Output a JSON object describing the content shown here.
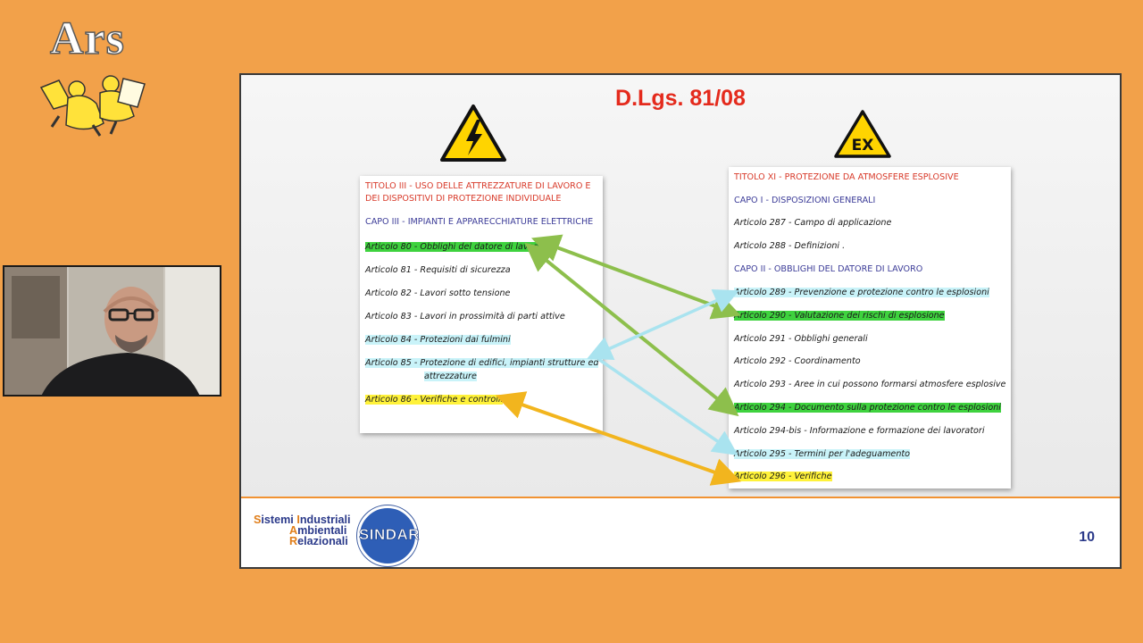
{
  "brand": {
    "ars_text": "Ars"
  },
  "slide": {
    "title": "D.Lgs. 81/08",
    "ex_label": "EX",
    "page_number": "10",
    "footer": {
      "words": [
        {
          "cap": "S",
          "rest": "istemi "
        },
        {
          "cap": "I",
          "rest": "ndustriali"
        },
        {
          "cap": "A",
          "rest": "mbientali"
        },
        {
          "cap": "R",
          "rest": "elazionali"
        }
      ],
      "sindar": "SINDAR"
    },
    "left_box": {
      "title_line1": "TITOLO III - USO DELLE ATTREZZATURE DI LAVORO E",
      "title_line2": "DEI DISPOSITIVI DI PROTEZIONE INDIVIDUALE",
      "capo": "CAPO III - IMPIANTI E APPARECCHIATURE ELETTRICHE",
      "items": [
        {
          "num": "Articolo 80",
          "text": " - Obblighi del datore di lavoro",
          "hl": "green"
        },
        {
          "num": "Articolo 81",
          "text": " - Requisiti di sicurezza",
          "hl": ""
        },
        {
          "num": "Articolo 82",
          "text": " - Lavori sotto tensione",
          "hl": ""
        },
        {
          "num": "Articolo 83",
          "text": " - Lavori in prossimità di parti attive",
          "hl": ""
        },
        {
          "num": "Articolo 84",
          "text": " - Protezioni dai fulmini",
          "hl": "cyan"
        },
        {
          "num": "Articolo 85",
          "text": " - Protezione di edifici, impianti strutture ed",
          "hl": "cyan"
        },
        {
          "num": "",
          "text": "attrezzature",
          "hl": "cyan"
        },
        {
          "num": "Articolo 86",
          "text": " - Verifiche e controlli",
          "hl": "yellow"
        }
      ]
    },
    "right_box": {
      "title": "TITOLO XI - PROTEZIONE DA ATMOSFERE ESPLOSIVE",
      "capo1": "CAPO I - DISPOSIZIONI GENERALI",
      "capo2": "CAPO II - OBBLIGHI DEL DATORE DI LAVORO",
      "items_a": [
        {
          "num": "Articolo 287",
          "text": " - Campo di applicazione",
          "hl": ""
        },
        {
          "num": "Articolo 288",
          "text": " - Definizioni .",
          "hl": ""
        }
      ],
      "items_b": [
        {
          "num": "Articolo 289",
          "text": " - Prevenzione e protezione contro le esplosioni",
          "hl": "cyan"
        },
        {
          "num": "Articolo 290",
          "text": " - Valutazione dei rischi di esplosione",
          "hl": "green"
        },
        {
          "num": "Articolo 291",
          "text": " - Obblighi generali",
          "hl": ""
        },
        {
          "num": "Articolo 292",
          "text": " - Coordinamento",
          "hl": ""
        },
        {
          "num": "Articolo 293",
          "text": " - Aree in cui possono formarsi atmosfere esplosive",
          "hl": ""
        },
        {
          "num": "Articolo 294",
          "text": " - Documento sulla protezione contro le esplosioni",
          "hl": "green"
        },
        {
          "num": "Articolo 294-bis",
          "text": " - Informazione e formazione dei lavoratori",
          "hl": ""
        },
        {
          "num": "Articolo 295",
          "text": " - Termini per l'adeguamento",
          "hl": "cyan"
        },
        {
          "num": "Articolo 296",
          "text": " - Verifiche",
          "hl": "yellow"
        }
      ]
    },
    "colors": {
      "green_arrow": "#8dbf4c",
      "cyan_arrow": "#a9e3ef",
      "yellow_arrow": "#f2b51e",
      "title_red": "#e42a1c",
      "header_blue": "#3c3c98"
    }
  }
}
